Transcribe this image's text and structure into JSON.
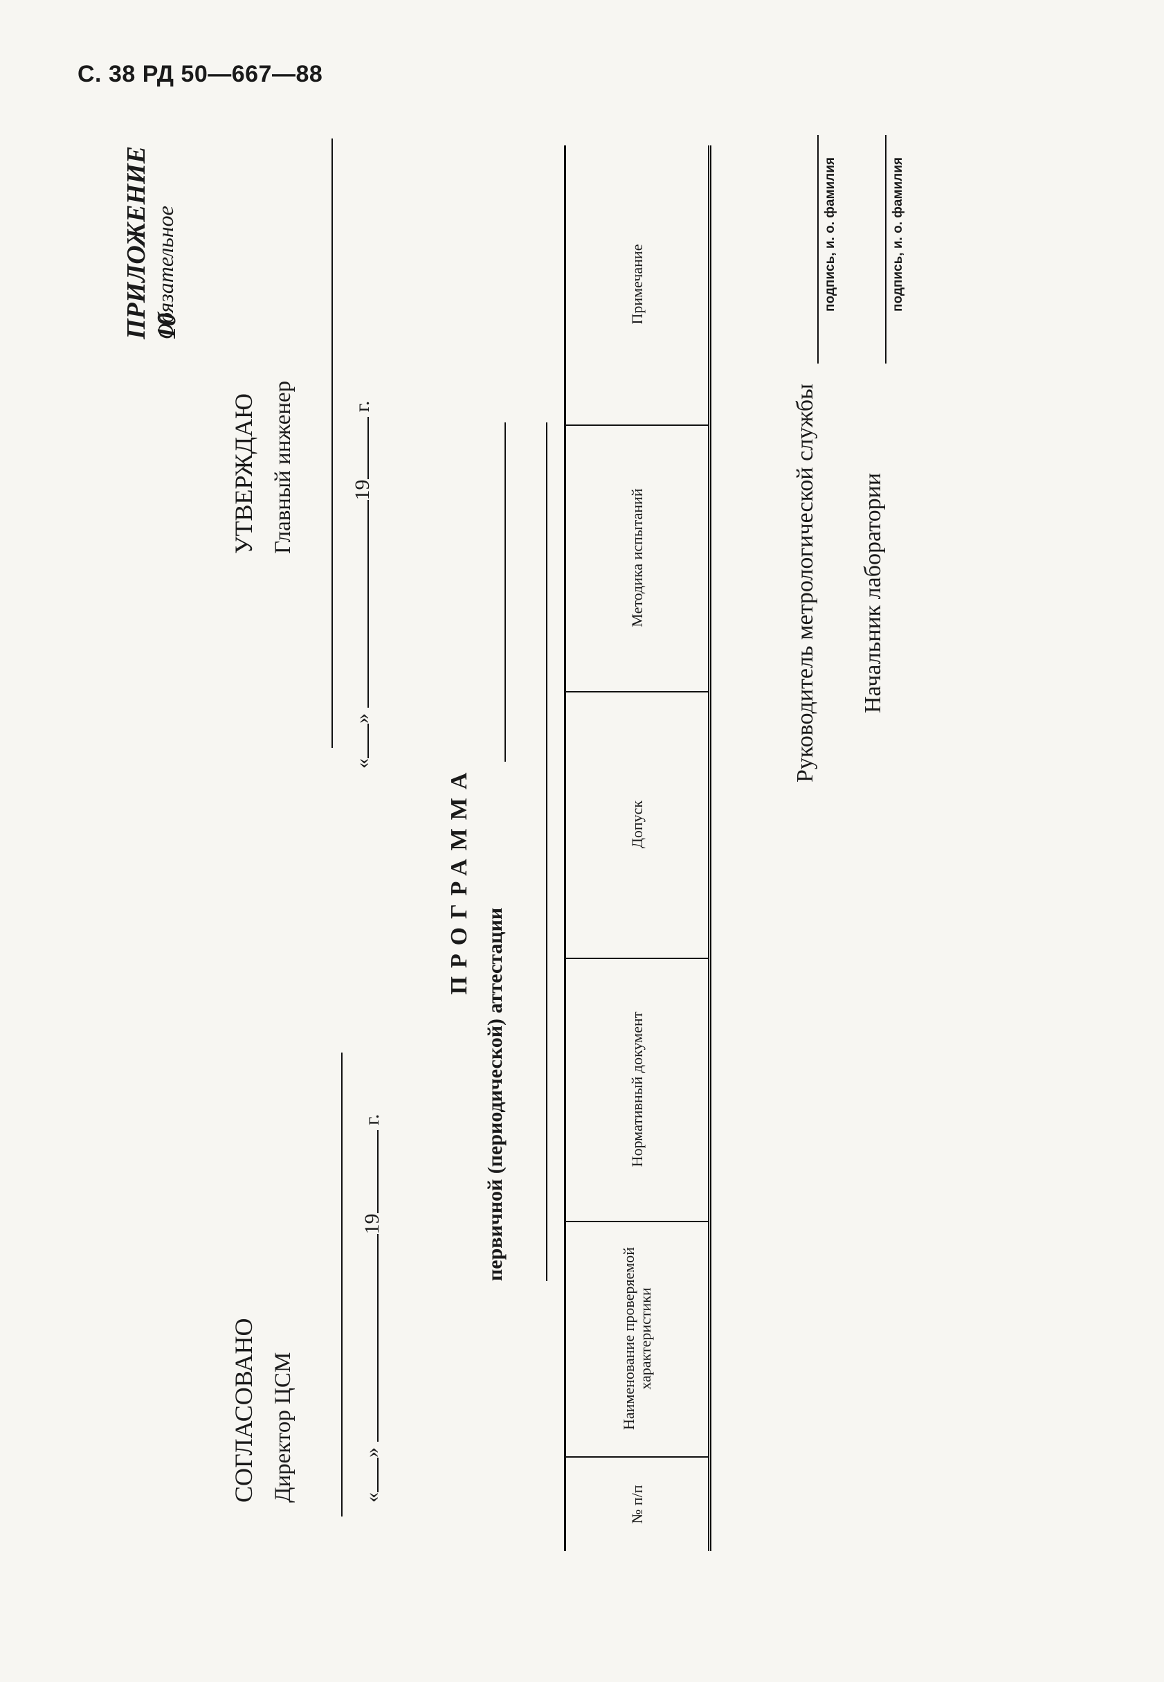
{
  "header": {
    "page_ref": "С. 38 РД 50—667—88"
  },
  "appendix": {
    "title": "ПРИЛОЖЕНИЕ 10",
    "subtitle": "Обязательное"
  },
  "approve": {
    "title": "УТВЕРЖДАЮ",
    "role": "Главный инженер",
    "open_quote": "«",
    "close_quote": "»",
    "year_prefix": "19",
    "year_suffix": "г."
  },
  "agree": {
    "title": "СОГЛАСОВАНО",
    "role": "Директор ЦСМ",
    "open_quote": "«",
    "close_quote": "»",
    "year_prefix": "19",
    "year_suffix": "г."
  },
  "program": {
    "title": "ПРОГРАММА",
    "subtitle": "первичной (периодической) аттестации"
  },
  "table": {
    "columns": [
      "№ п/п",
      "Наименование проверяемой характеристики",
      "Нормативный документ",
      "Допуск",
      "Методика испытаний",
      "Примечание"
    ]
  },
  "signatures": [
    {
      "role": "Руководитель метрологической службы",
      "caption": "подпись, и. о. фамилия"
    },
    {
      "role": "Начальник лаборатории",
      "caption": "подпись, и. о. фамилия"
    }
  ]
}
